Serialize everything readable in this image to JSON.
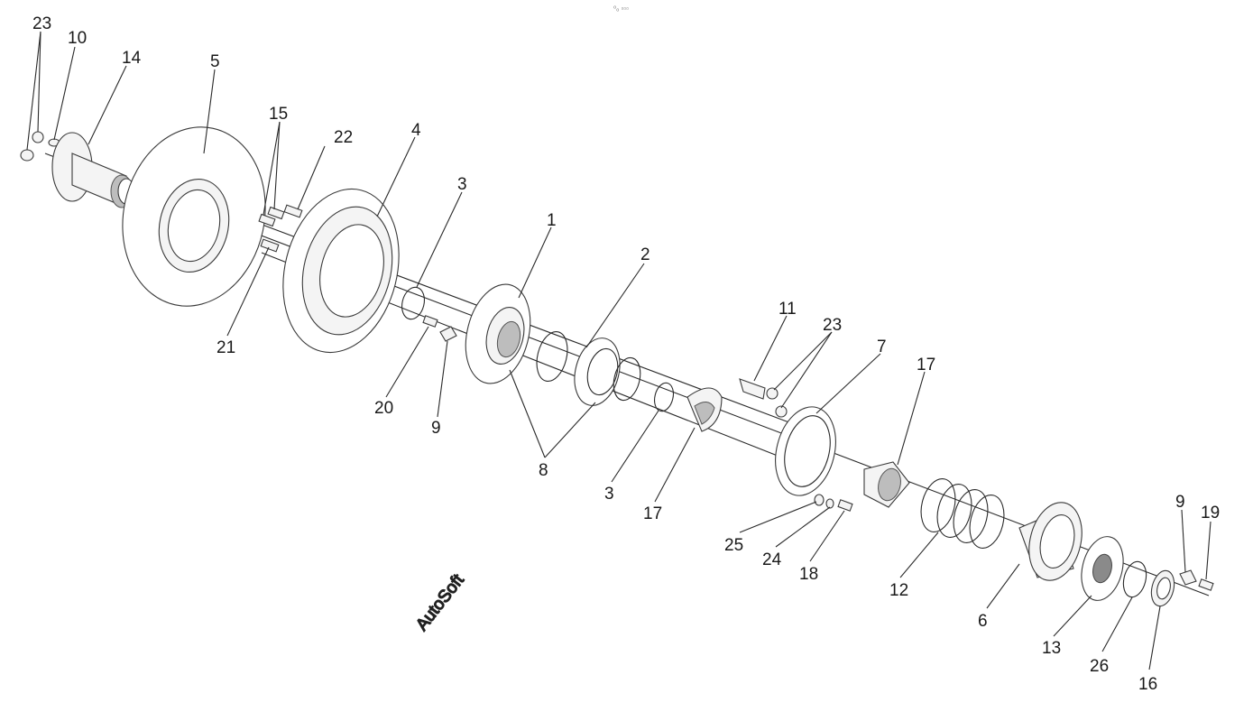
{
  "header_mark": "⁰ₒ ▫▫▫",
  "watermark": "AutoSoft",
  "callouts": [
    {
      "id": "c23a",
      "label": "23"
    },
    {
      "id": "c10",
      "label": "10"
    },
    {
      "id": "c14",
      "label": "14"
    },
    {
      "id": "c5",
      "label": "5"
    },
    {
      "id": "c15",
      "label": "15"
    },
    {
      "id": "c22",
      "label": "22"
    },
    {
      "id": "c4",
      "label": "4"
    },
    {
      "id": "c3a",
      "label": "3"
    },
    {
      "id": "c1",
      "label": "1"
    },
    {
      "id": "c2",
      "label": "2"
    },
    {
      "id": "c21",
      "label": "21"
    },
    {
      "id": "c20",
      "label": "20"
    },
    {
      "id": "c9a",
      "label": "9"
    },
    {
      "id": "c8",
      "label": "8"
    },
    {
      "id": "c3b",
      "label": "3"
    },
    {
      "id": "c17a",
      "label": "17"
    },
    {
      "id": "c11",
      "label": "11"
    },
    {
      "id": "c23b",
      "label": "23"
    },
    {
      "id": "c7",
      "label": "7"
    },
    {
      "id": "c17b",
      "label": "17"
    },
    {
      "id": "c25",
      "label": "25"
    },
    {
      "id": "c24",
      "label": "24"
    },
    {
      "id": "c18",
      "label": "18"
    },
    {
      "id": "c12",
      "label": "12"
    },
    {
      "id": "c6",
      "label": "6"
    },
    {
      "id": "c13",
      "label": "13"
    },
    {
      "id": "c26",
      "label": "26"
    },
    {
      "id": "c16",
      "label": "16"
    },
    {
      "id": "c9b",
      "label": "9"
    },
    {
      "id": "c19",
      "label": "19"
    }
  ]
}
